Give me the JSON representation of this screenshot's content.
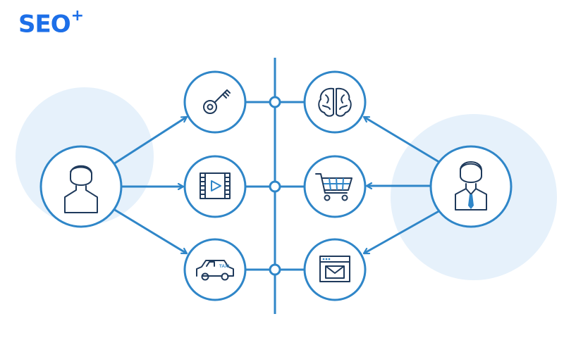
{
  "logo": {
    "text": "SEO",
    "superscript": "+"
  },
  "colors": {
    "brand": "#1d6fe8",
    "line": "#2f86c8",
    "halo": "#e6f1fb",
    "icon": "#1f3a5c",
    "background": "#ffffff"
  },
  "diagram": {
    "actors": [
      {
        "name": "user",
        "icon": "person-icon"
      },
      {
        "name": "businessman",
        "icon": "businessman-icon"
      }
    ],
    "left_nodes": [
      {
        "icon": "key-icon"
      },
      {
        "icon": "video-icon"
      },
      {
        "icon": "taxi-icon",
        "label": "TAXI"
      }
    ],
    "right_nodes": [
      {
        "icon": "brain-icon"
      },
      {
        "icon": "shopping-cart-icon"
      },
      {
        "icon": "email-window-icon"
      }
    ]
  }
}
